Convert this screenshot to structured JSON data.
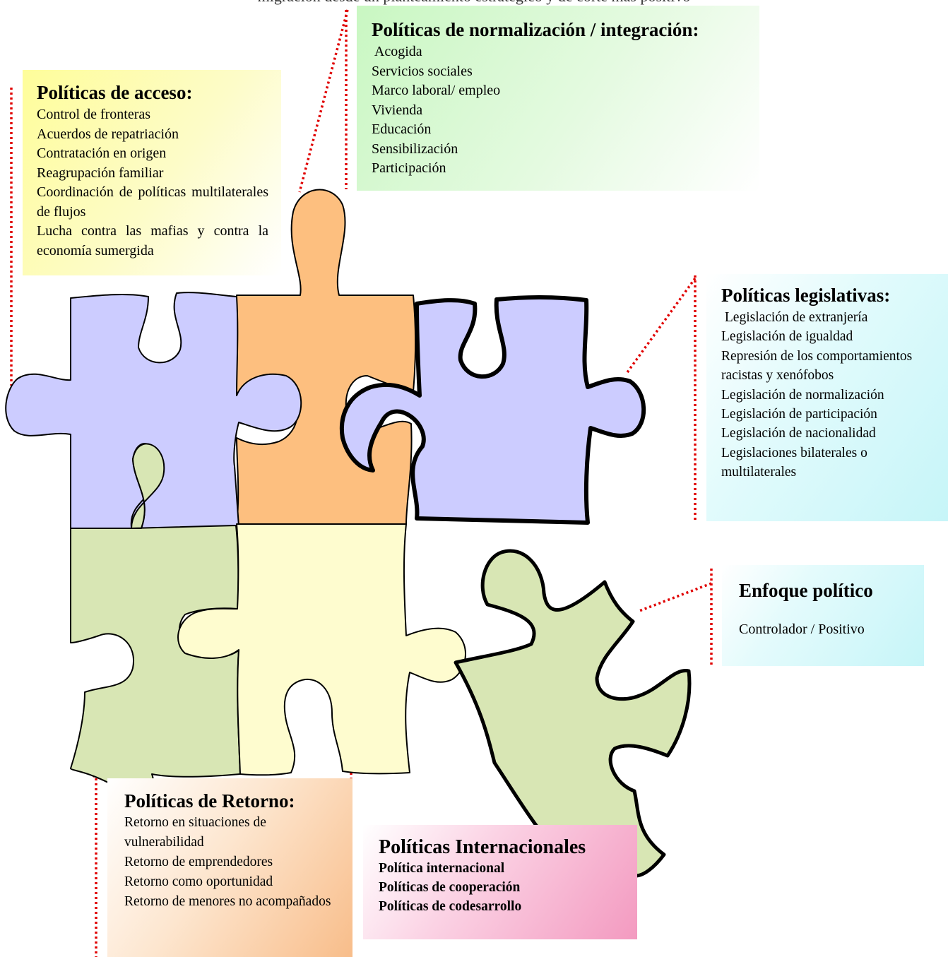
{
  "header_text": "migración desde un planteamiento estratégico y de corte más positivo",
  "access": {
    "title": "Políticas de acceso:",
    "items": [
      "Control de fronteras",
      "Acuerdos de repatriación",
      "Contratación en origen",
      "Reagrupación familiar",
      "Coordinación de políticas multilaterales de flujos",
      "Lucha contra las mafias y contra la economía sumergida"
    ]
  },
  "normalization": {
    "title": "Políticas de normalización / integración:",
    "items": [
      " Acogida",
      "Servicios sociales",
      "Marco laboral/ empleo",
      "Vivienda",
      "Educación",
      "Sensibilización",
      "Participación"
    ]
  },
  "legislative": {
    "title": "Políticas legislativas:",
    "items": [
      " Legislación de extranjería",
      "Legislación de igualdad",
      "Represión de los comportamientos racistas y xenófobos",
      "Legislación de normalización",
      "Legislación de participación",
      "Legislación de nacionalidad",
      "Legislaciones bilaterales o multilaterales"
    ]
  },
  "approach": {
    "title": "Enfoque político",
    "text": "Controlador / Positivo"
  },
  "return": {
    "title": "Políticas de Retorno:",
    "items": [
      "Retorno en situaciones de vulnerabilidad",
      "Retorno de emprendedores",
      "Retorno como oportunidad",
      "Retorno de menores no acompañados"
    ]
  },
  "international": {
    "title": "Políticas Internacionales",
    "items": [
      "Política internacional",
      "Políticas de cooperación",
      "Políticas de codesarrollo"
    ]
  },
  "colors": {
    "piece_purple": "#ccccff",
    "piece_orange": "#fdbf7f",
    "piece_green": "#d8e6b4",
    "piece_yellow": "#fefccf",
    "connector_red": "#e00000"
  }
}
